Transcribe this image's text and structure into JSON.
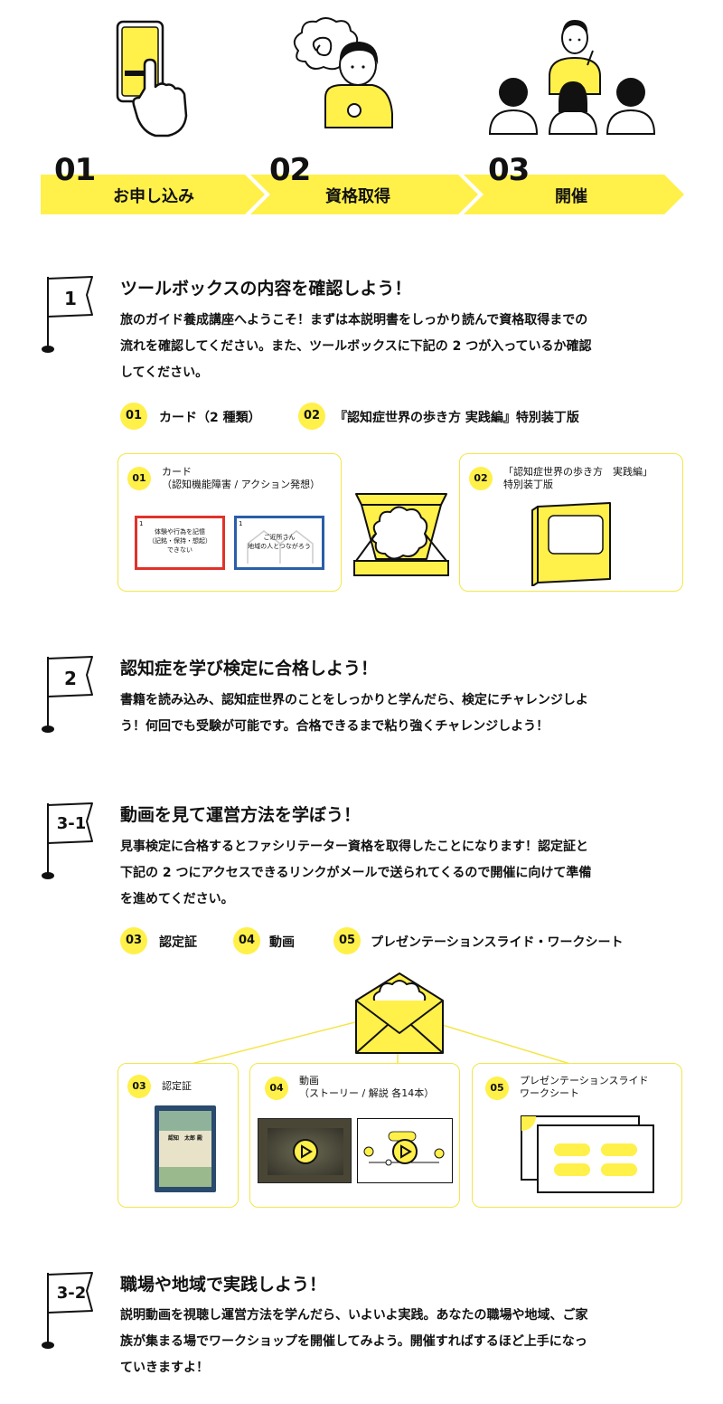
{
  "steps": [
    {
      "num": "01",
      "label": "お申し込み"
    },
    {
      "num": "02",
      "label": "資格取得"
    },
    {
      "num": "03",
      "label": "開催"
    }
  ],
  "colors": {
    "accent": "#fff04a",
    "border": "#f3e64a",
    "text": "#111111"
  },
  "sections": [
    {
      "flag": "1",
      "title": "ツールボックスの内容を確認しよう！",
      "body": [
        "旅のガイド養成講座へようこそ！まずは本説明書をしっかり読んで資格取得までの",
        "流れを確認してください。また、ツールボックスに下記の 2 つが入っているか確認",
        "してください。"
      ],
      "items": [
        {
          "badge": "01",
          "label": "カード（2 種類）"
        },
        {
          "badge": "02",
          "label": "『認知症世界の歩き方 実践編』特別装丁版"
        }
      ],
      "panels": [
        {
          "badge": "01",
          "text": "カード\n（認知機能障害 / アクション発想）"
        },
        {
          "badge": "02",
          "text": "「認知症世界の歩き方　実践編」\n特別装丁版"
        }
      ],
      "cards": [
        {
          "num": "1",
          "text": "体験や行為を記憶\n（記銘・保持・想起）\nできない"
        },
        {
          "num": "1",
          "text": "ご近所さん\n地域の人とつながろう"
        }
      ]
    },
    {
      "flag": "2",
      "title": "認知症を学び検定に合格しよう！",
      "body": [
        "書籍を読み込み、認知症世界のことをしっかりと学んだら、検定にチャレンジしよ",
        "う！何回でも受験が可能です。合格できるまで粘り強くチャレンジしよう！"
      ]
    },
    {
      "flag": "3-1",
      "title": "動画を見て運営方法を学ぼう！",
      "body": [
        "見事検定に合格するとファシリテーター資格を取得したことになります！認定証と",
        "下記の 2 つにアクセスできるリンクがメールで送られてくるので開催に向けて準備",
        "を進めてください。"
      ],
      "items": [
        {
          "badge": "03",
          "label": "認定証"
        },
        {
          "badge": "04",
          "label": "動画"
        },
        {
          "badge": "05",
          "label": "プレゼンテーションスライド・ワークシート"
        }
      ],
      "panels": [
        {
          "badge": "03",
          "text": "認定証"
        },
        {
          "badge": "04",
          "text": "動画\n（ストーリー / 解説 各14本）"
        },
        {
          "badge": "05",
          "text": "プレゼンテーションスライド\nワークシート"
        }
      ],
      "certificate_name": "認知　太郎 殿"
    },
    {
      "flag": "3-2",
      "title": "職場や地域で実践しよう！",
      "body": [
        "説明動画を視聴し運営方法を学んだら、いよいよ実践。あなたの職場や地域、ご家",
        "族が集まる場でワークショップを開催してみよう。開催すればするほど上手になっ",
        "ていきますよ！"
      ]
    }
  ]
}
